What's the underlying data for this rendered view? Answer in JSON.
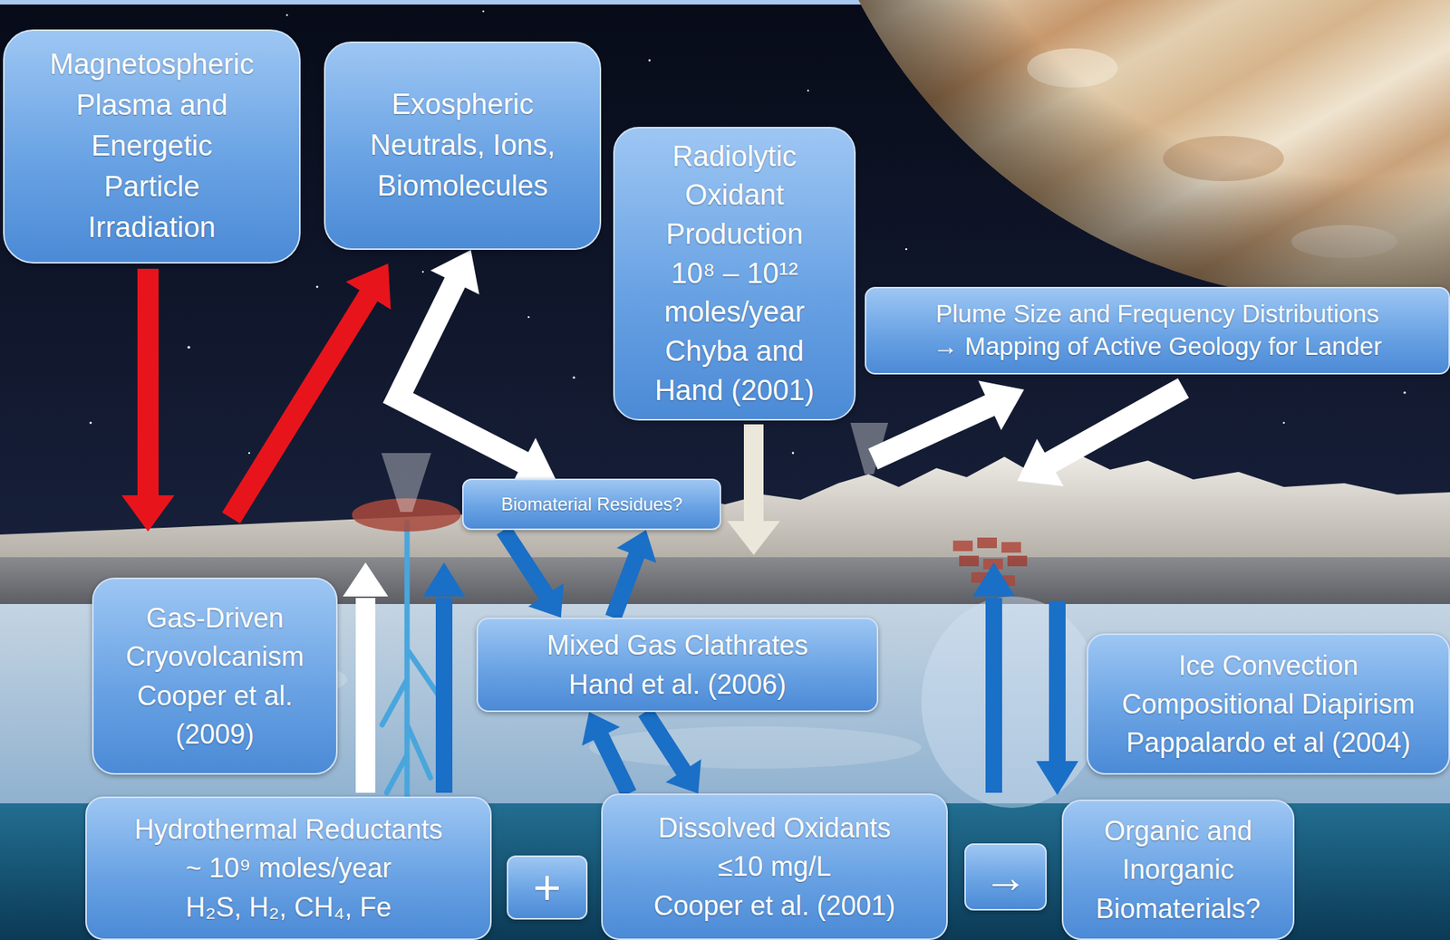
{
  "diagram": {
    "nodes": [
      {
        "text": [
          "Magnetospheric Plasma and Energetic Particle Irradiation"
        ]
      },
      {
        "text": [
          "Exospheric Neutrals, Ions, Biomolecules"
        ]
      },
      {
        "text": [
          "Radiolytic Oxidant Production",
          "10⁸ – 10¹² moles/year",
          "Chyba and Hand (2001)"
        ]
      },
      {
        "text": [
          "Plume Size and Frequency Distributions",
          "→ Mapping of Active Geology for Lander"
        ]
      },
      {
        "text": [
          "Biomaterial Residues?"
        ]
      },
      {
        "text": [
          "Gas-Driven Cryovolcanism",
          "Cooper et al. (2009)"
        ]
      },
      {
        "text": [
          "Mixed Gas Clathrates",
          "Hand et al. (2006)"
        ]
      },
      {
        "text": [
          "Ice Convection Compositional Diapirism",
          "Pappalardo et al (2004)"
        ]
      },
      {
        "text": [
          "Hydrothermal Reductants",
          "~ 10⁹ moles/year",
          "H₂S, H₂, CH₄, Fe"
        ]
      },
      {
        "text": [
          "+"
        ]
      },
      {
        "text": [
          "Dissolved Oxidants",
          "≤10 mg/L",
          "Cooper et al. (2001)"
        ]
      },
      {
        "text": [
          "→"
        ]
      },
      {
        "text": [
          "Organic and Inorganic Biomaterials?"
        ]
      }
    ],
    "edges": [
      {
        "from": 1,
        "to": 4,
        "arrow": "both"
      },
      {
        "from": 4,
        "to": 6,
        "arrow": "to"
      },
      {
        "from": 6,
        "to": 4,
        "arrow": "to"
      },
      {
        "from": 6,
        "to": 10,
        "arrow": "to"
      },
      {
        "from": 10,
        "to": 6,
        "arrow": "to"
      }
    ]
  }
}
